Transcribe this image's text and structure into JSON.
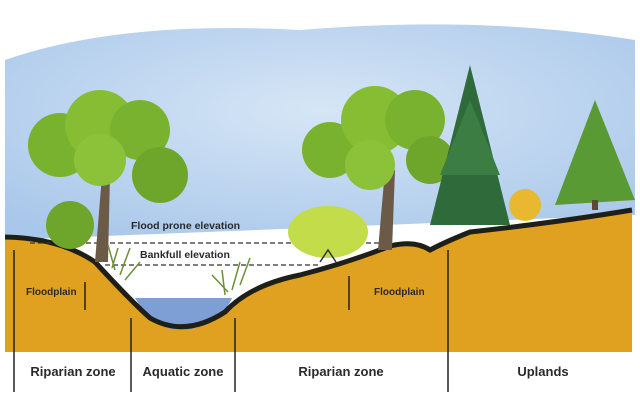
{
  "labels": {
    "flood_prone": "Flood prone elevation",
    "bankfull": "Bankfull elevation",
    "floodplain_left": "Floodplain",
    "floodplain_right": "Floodplain"
  },
  "zones": [
    "Riparian zone",
    "Aquatic zone",
    "Riparian zone",
    "Uplands"
  ],
  "colors": {
    "sky": "#b9d4ee",
    "soil": "#e0a020",
    "water": "#7d9fd6",
    "ground_line": "#1f1f1a",
    "foliage": "#7fb52c",
    "conifer": "#2f6a3a"
  }
}
